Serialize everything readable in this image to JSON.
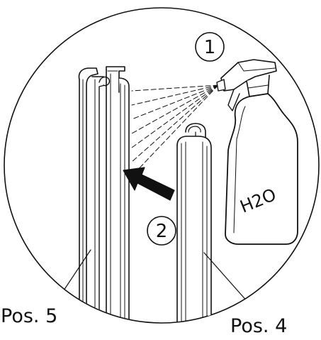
{
  "steps": [
    {
      "number": "1"
    },
    {
      "number": "2"
    }
  ],
  "bottle_text": "H2O",
  "labels": {
    "pos5": "Pos. 5",
    "pos4": "Pos. 4"
  },
  "colors": {
    "line": "#111111",
    "background": "#ffffff"
  }
}
